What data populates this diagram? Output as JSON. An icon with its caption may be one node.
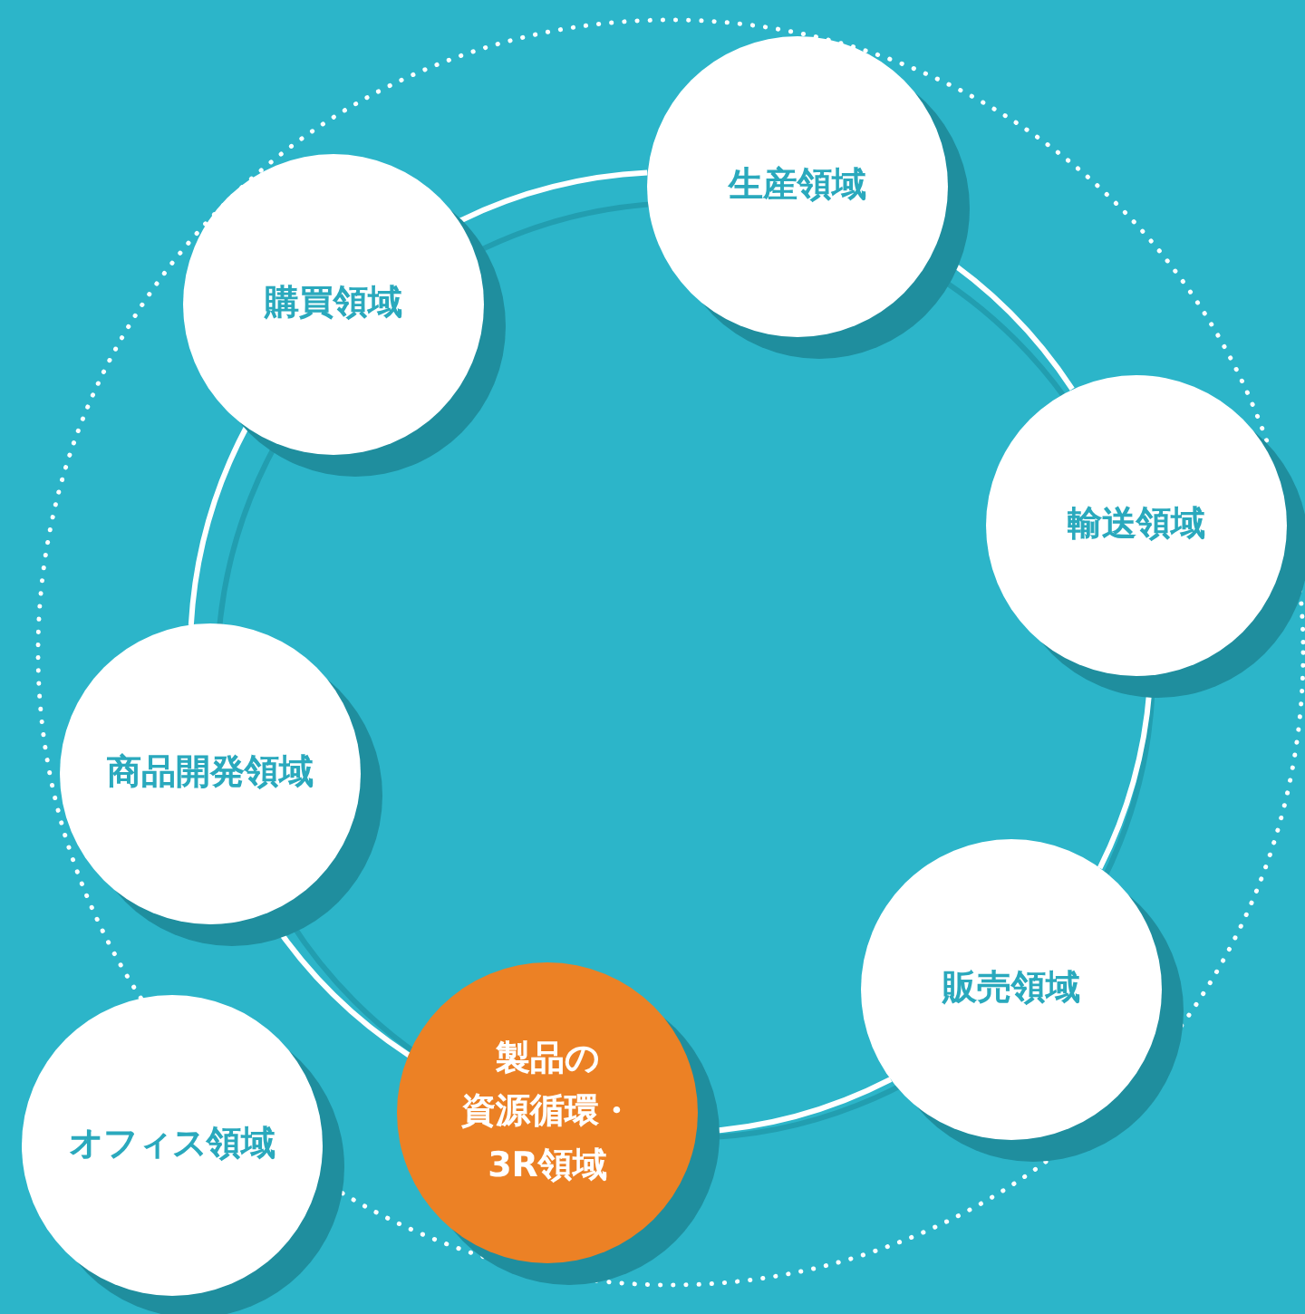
{
  "diagram": {
    "nodes": [
      {
        "text": [
          "生産領域"
        ]
      },
      {
        "text": [
          "購買領域"
        ]
      },
      {
        "text": [
          "輸送領域"
        ]
      },
      {
        "text": [
          "商品開発領域"
        ]
      },
      {
        "text": [
          "販売領域"
        ]
      },
      {
        "text": [
          "製品の資源循環・3R領域"
        ]
      },
      {
        "text": [
          "オフィス領域"
        ]
      }
    ],
    "edges": [
      {
        "from": 1,
        "to": 0,
        "arrow": "none"
      },
      {
        "from": 0,
        "to": 2,
        "arrow": "none"
      },
      {
        "from": 2,
        "to": 4,
        "arrow": "none"
      },
      {
        "from": 4,
        "to": 5,
        "arrow": "none"
      },
      {
        "from": 5,
        "to": 3,
        "arrow": "none"
      },
      {
        "from": 3,
        "to": 1,
        "arrow": "none"
      }
    ]
  }
}
